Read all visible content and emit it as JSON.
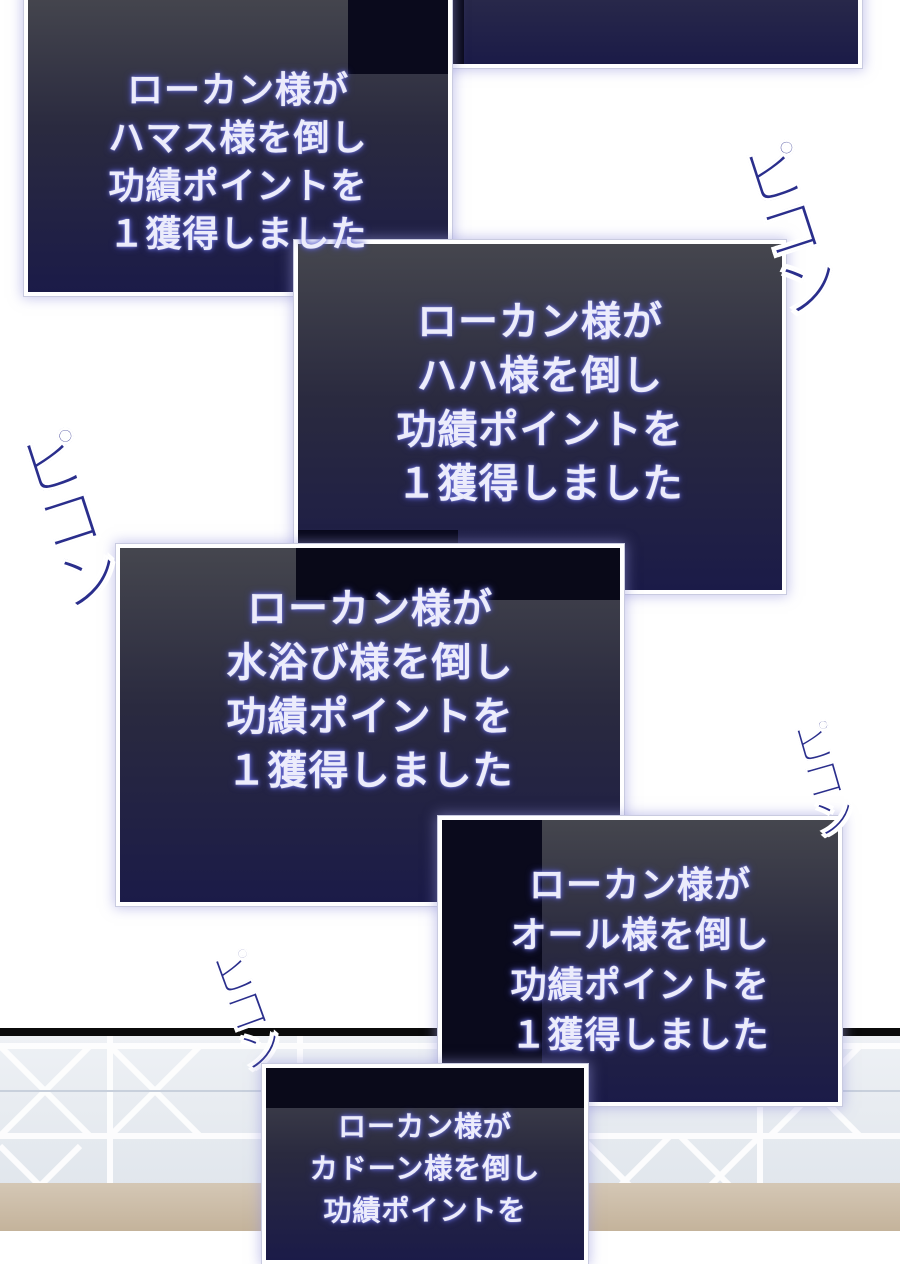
{
  "panels": [
    {
      "line1": "ローカン様が",
      "line2": "ハマス様を倒し",
      "line3": "功績ポイントを",
      "line4": "１獲得しました"
    },
    {
      "line1": "ローカン様が",
      "line2": "ハハ様を倒し",
      "line3": "功績ポイントを",
      "line4": "１獲得しました"
    },
    {
      "line1": "ローカン様が",
      "line2": "水浴び様を倒し",
      "line3": "功績ポイントを",
      "line4": "１獲得しました"
    },
    {
      "line1": "ローカン様が",
      "line2": "オール様を倒し",
      "line3": "功績ポイントを",
      "line4": "１獲得しました"
    },
    {
      "line1": "ローカン様が",
      "line2": "カドーン様を倒し",
      "line3": "功績ポイントを",
      "line4": ""
    }
  ],
  "sound_effects": [
    {
      "text": "ピコン"
    },
    {
      "text": "ピコン"
    },
    {
      "text": "ピコン"
    },
    {
      "text": "ピコン"
    }
  ],
  "colors": {
    "panel_top": "#45464e",
    "panel_bottom": "#1b1b48",
    "text": "#ececfb",
    "glow": "#6f73d9",
    "sfx": "#2a2e8c"
  }
}
